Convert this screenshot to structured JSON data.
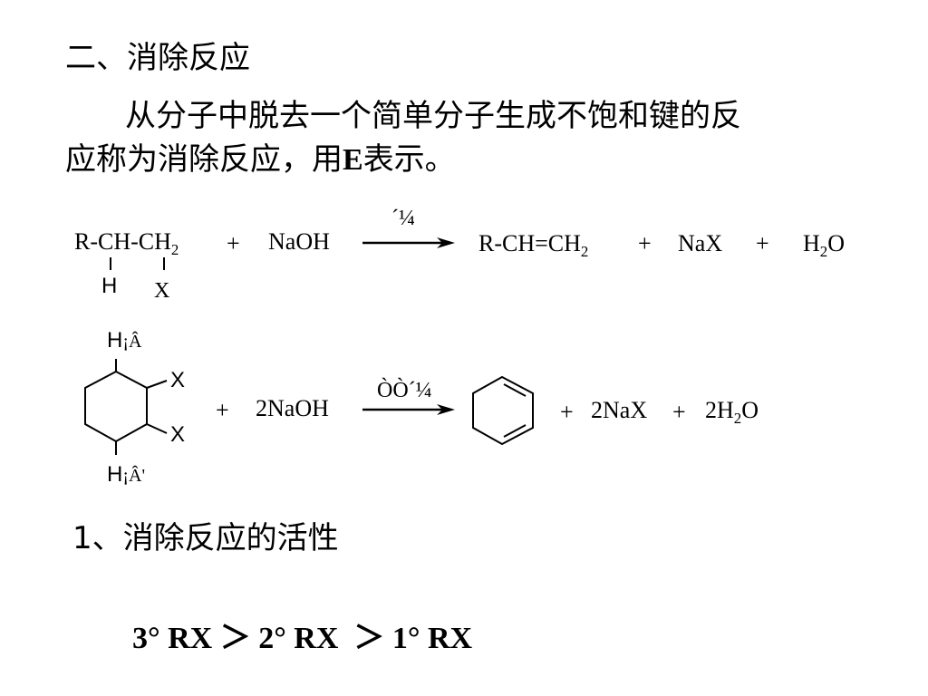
{
  "heading": "二、消除反应",
  "definition": {
    "line1": "从分子中脱去一个简单分子生成不饱和键的反",
    "line2_prefix": "应称为消除反应，用",
    "line2_symbol": "E",
    "line2_suffix": "表示。"
  },
  "reaction1": {
    "reactant_main": "R-CH-CH",
    "reactant_sub": "2",
    "h_sub": "H",
    "x_sub": "X",
    "plus1": "+",
    "reagent": "NaOH",
    "condition": "´¼",
    "product_main": "R-CH=CH",
    "product_sub": "2",
    "plus2": "+",
    "salt": "NaX",
    "plus3": "+",
    "water_h": "H",
    "water_sub": "2",
    "water_o": "O"
  },
  "reaction2": {
    "h_top": "H",
    "h_top_glyph": "¡Â",
    "x1": "X",
    "x2": "X",
    "h_bottom": "H",
    "h_bottom_glyph": "¡Â'",
    "plus1": "+",
    "reagent": "2NaOH",
    "condition": "ÒÒ´¼",
    "plus2": "+",
    "salt": "2NaX",
    "plus3": "+",
    "water_h": "2H",
    "water_sub": "2",
    "water_o": "O"
  },
  "section1": "1、消除反应的活性",
  "reactivity": "3° RX ＞ 2° RX  ＞ 1° RX"
}
